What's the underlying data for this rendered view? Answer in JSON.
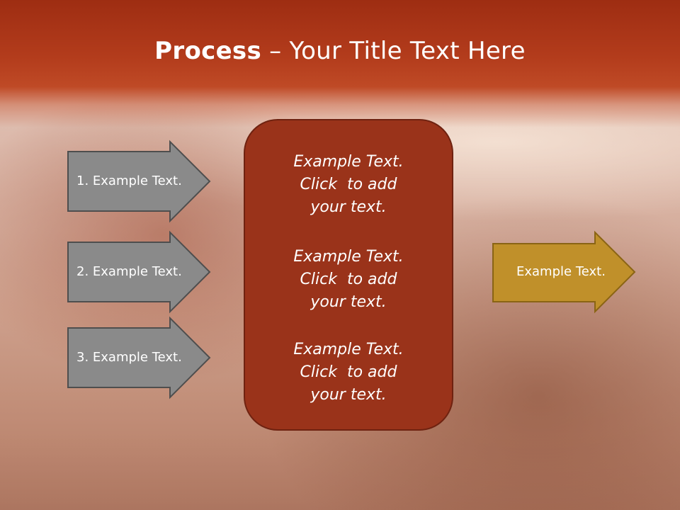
{
  "title": {
    "bold": "Process",
    "rest": " – Your Title Text Here"
  },
  "left_arrows": [
    {
      "label": "1. Example Text."
    },
    {
      "label": "2. Example Text."
    },
    {
      "label": "3. Example Text."
    }
  ],
  "center_box": {
    "blocks": [
      {
        "lines": [
          "Example Text.",
          "Click  to add",
          "your text."
        ]
      },
      {
        "lines": [
          "Example Text.",
          "Click  to add",
          "your text."
        ]
      },
      {
        "lines": [
          "Example Text.",
          "Click  to add",
          "your text."
        ]
      }
    ]
  },
  "right_arrow": {
    "label": "Example Text."
  },
  "colors": {
    "title_band": "#b33c1c",
    "left_arrow_fill": "#8a8a8a",
    "left_arrow_stroke": "#4e4e4e",
    "center_box_fill": "#9a331a",
    "right_arrow_fill": "#c0902a",
    "right_arrow_stroke": "#8a6414"
  }
}
